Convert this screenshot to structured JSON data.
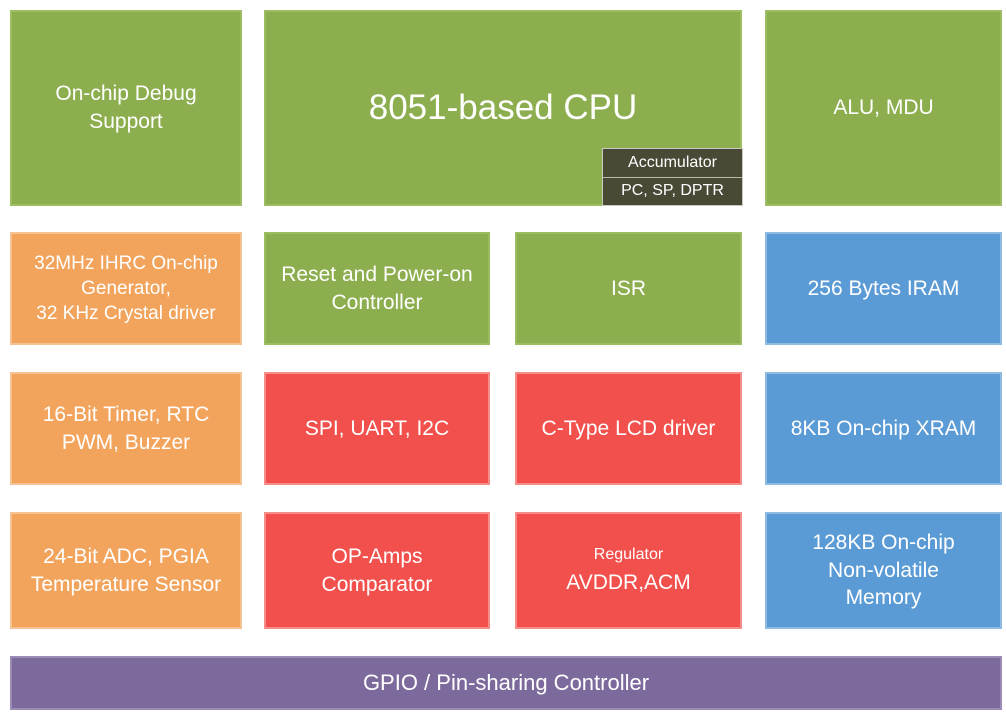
{
  "colors": {
    "green": "#8cae4e",
    "orange": "#f2a45c",
    "red": "#f1504c",
    "blue": "#5b9bd5",
    "purple": "#7c6a9c",
    "overlay_dark": "#4a4936",
    "text": "#ffffff"
  },
  "blocks": {
    "debug": {
      "label": "On-chip Debug\nSupport"
    },
    "cpu": {
      "label": "8051-based CPU"
    },
    "cpu_overlay": {
      "line1": "Accumulator",
      "line2": "PC, SP, DPTR"
    },
    "alu": {
      "label": "ALU, MDU"
    },
    "clock": {
      "label": "32MHz IHRC On-chip\nGenerator,\n32 KHz Crystal driver"
    },
    "reset": {
      "label": "Reset and Power-on Controller"
    },
    "isr": {
      "label": "ISR"
    },
    "iram": {
      "label": "256 Bytes IRAM"
    },
    "timer": {
      "label": "16-Bit Timer, RTC\nPWM, Buzzer"
    },
    "spi": {
      "label": "SPI, UART, I2C"
    },
    "lcd": {
      "label": "C-Type LCD driver"
    },
    "xram": {
      "label": "8KB On-chip XRAM"
    },
    "adc": {
      "label": "24-Bit ADC, PGIA\nTemperature Sensor"
    },
    "opamps": {
      "label": "OP-Amps\nComparator"
    },
    "regulator": {
      "small_label": "Regulator",
      "main_label": "AVDDR,ACM"
    },
    "nvm": {
      "label": "128KB On-chip\nNon-volatile\nMemory"
    },
    "gpio": {
      "label": "GPIO / Pin-sharing Controller"
    }
  }
}
